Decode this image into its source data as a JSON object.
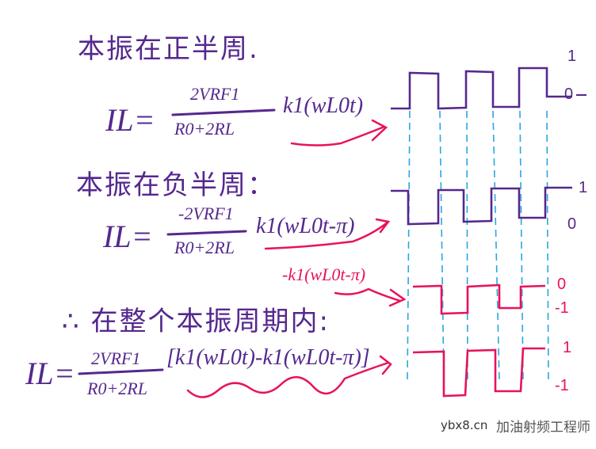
{
  "colors": {
    "ink": "#55288e",
    "highlight": "#e8125c",
    "guide": "#2aa7e0"
  },
  "section1": {
    "heading": "本振在正半周.",
    "lhs": "IL=",
    "numerator": "2VRF1",
    "denominator": "R0+2RL",
    "factor": "k1(wL0t)"
  },
  "section2": {
    "heading": "本振在负半周：",
    "lhs": "IL=",
    "numerator": "-2VRF1",
    "denominator": "R0+2RL",
    "factor": "k1(wL0t-π)",
    "annotation": "-k1(wL0t-π)"
  },
  "section3": {
    "heading": "∴ 在整个本振周期内:",
    "lhs": "IL=",
    "numerator": "2VRF1",
    "denominator": "R0+2RL",
    "factor": "[k1(wL0t)-k1(wL0t-π)]"
  },
  "waveform_levels": {
    "wave1": {
      "high": "1",
      "low": "0"
    },
    "wave2": {
      "high": "1",
      "low": "0"
    },
    "wave3": {
      "high": "0",
      "low": "-1"
    },
    "wave4": {
      "high": "1",
      "low": "-1"
    }
  },
  "watermark": {
    "site": "ybx8.cn",
    "account": "加油射频工程师"
  }
}
